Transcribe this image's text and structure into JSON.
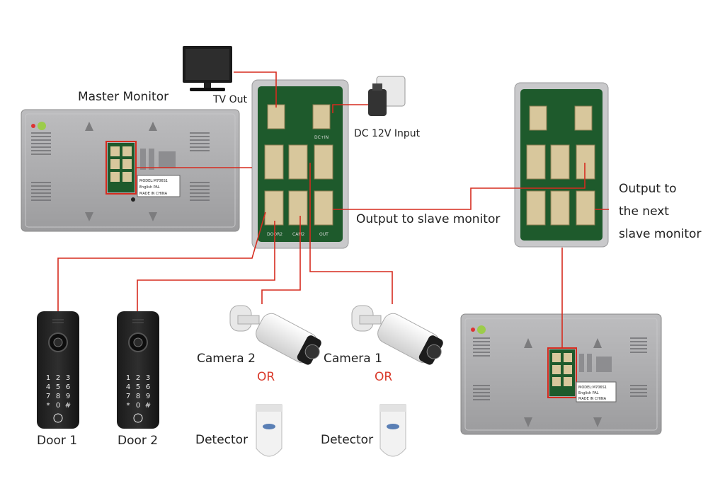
{
  "labels": {
    "master_monitor": "Master Monitor",
    "tv_out": "TV Out",
    "dc_input": "DC 12V Input",
    "output_slave": "Output to slave monitor",
    "output_next_1": "Output to",
    "output_next_2": "the next",
    "output_next_3": "slave monitor",
    "camera2": "Camera 2",
    "camera1": "Camera 1",
    "or": "OR",
    "detector": "Detector",
    "door1": "Door 1",
    "door2": "Door 2"
  },
  "monitor_sticker": {
    "line1": "MODEL:M706S1",
    "line2": "English PAL",
    "line3": "MADE IN CHINA"
  },
  "board_port_labels": {
    "door2": "DOOR2",
    "cam2": "CAM2",
    "out": "OUT",
    "dc": "DC+IN"
  },
  "keypad_keys": [
    "1",
    "2",
    "3",
    "4",
    "5",
    "6",
    "7",
    "8",
    "9",
    "*",
    "0",
    "#"
  ],
  "colors": {
    "wire": "#d62b1f",
    "monitor_body": "#a9a9ab",
    "board_green": "#1e5a2c",
    "board_frame": "#c9c9cb",
    "connector": "#d8c79c",
    "text": "#222222",
    "or_text": "#d93a2b"
  }
}
